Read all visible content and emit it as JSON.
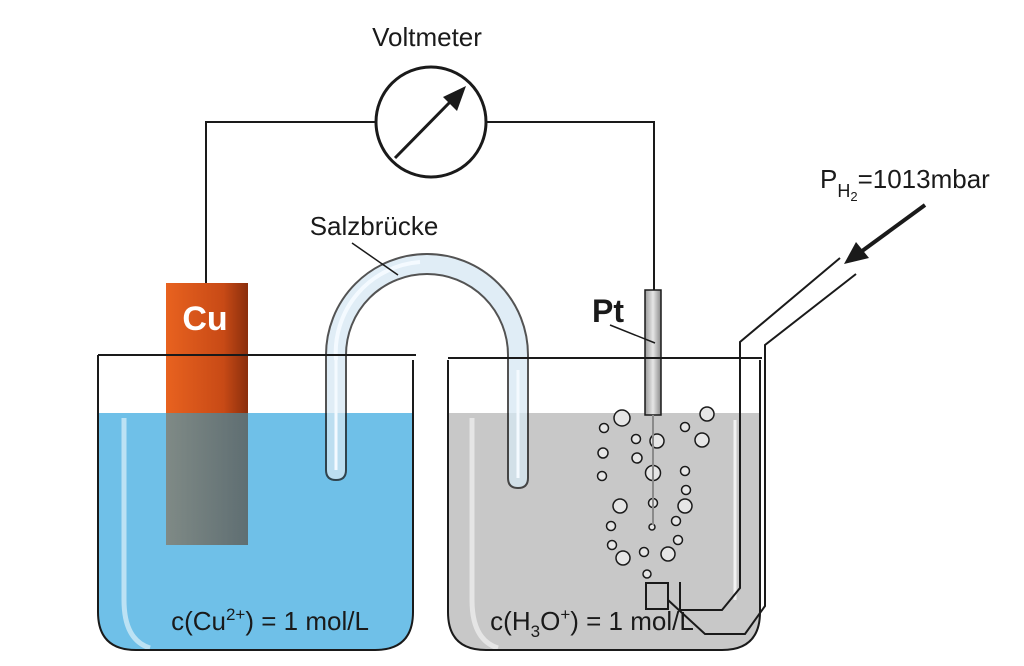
{
  "title": "Galvanic cell: copper half-cell vs. standard hydrogen electrode",
  "labels": {
    "voltmeter": "Voltmeter",
    "salt_bridge": "Salzbrücke",
    "cu_electrode": "Cu",
    "pt_electrode": "Pt",
    "pressure_prefix": "P",
    "pressure_sub": "H",
    "pressure_sub2": "2",
    "pressure_value": "=1013mbar",
    "left_conc_prefix": "c(Cu",
    "left_conc_sup": "2+",
    "left_conc_suffix": ") = 1 mol/L",
    "right_conc_prefix": "c(H",
    "right_conc_sub": "3",
    "right_conc_mid": "O",
    "right_conc_sup": "+",
    "right_conc_suffix": ") = 1 mol/L"
  },
  "colors": {
    "copper_solution": "#6fc0e8",
    "acid_solution": "#c8c8c8",
    "copper_electrode": "#d4521c",
    "salt_bridge": "#d6e8f3",
    "wire": "#1a1a1a"
  },
  "icons": {
    "voltmeter": "voltmeter-gauge-icon",
    "gas_inlet_arrow": "arrow-icon"
  }
}
